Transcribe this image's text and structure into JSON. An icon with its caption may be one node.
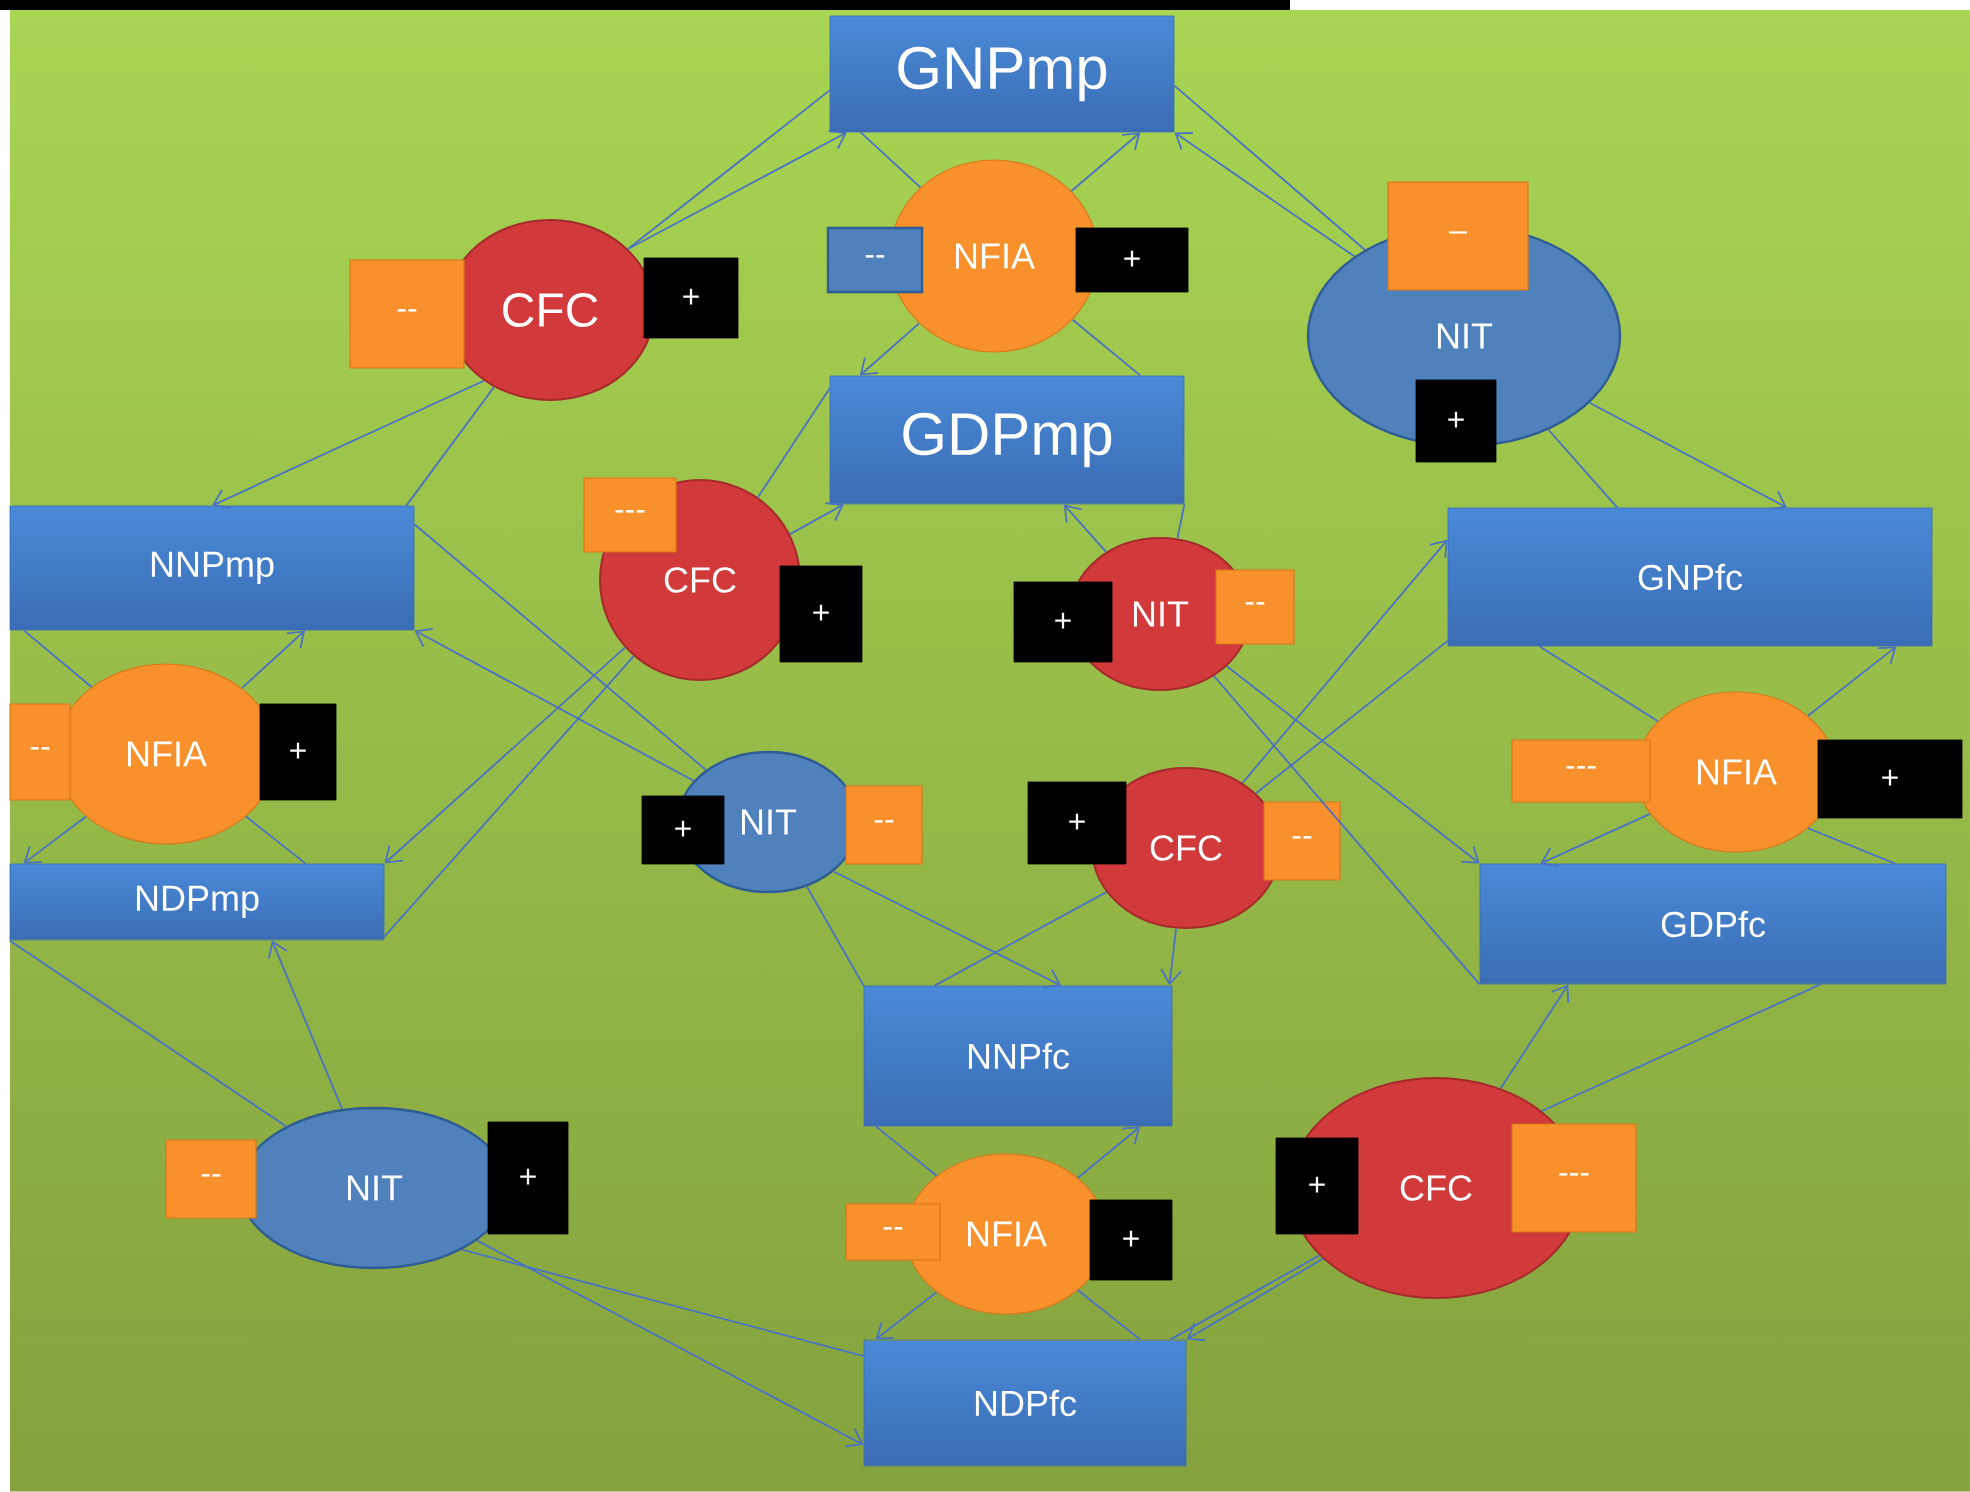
{
  "diagram": {
    "nodes": [
      {
        "text": [
          "GNPmp"
        ]
      },
      {
        "text": [
          "GDPmp"
        ]
      },
      {
        "text": [
          "NNPmp"
        ]
      },
      {
        "text": [
          "NDPmp"
        ]
      },
      {
        "text": [
          "GNPfc"
        ]
      },
      {
        "text": [
          "GDPfc"
        ]
      },
      {
        "text": [
          "NNPfc"
        ]
      },
      {
        "text": [
          "NDPfc"
        ]
      },
      {
        "text": [
          "CFC"
        ]
      },
      {
        "text": [
          "--"
        ]
      },
      {
        "text": [
          "+"
        ]
      },
      {
        "text": [
          "NFIA"
        ]
      },
      {
        "text": [
          "--"
        ]
      },
      {
        "text": [
          "+"
        ]
      },
      {
        "text": [
          "NIT"
        ]
      },
      {
        "text": [
          "–"
        ]
      },
      {
        "text": [
          "+"
        ]
      },
      {
        "text": [
          "CFC"
        ]
      },
      {
        "text": [
          "---"
        ]
      },
      {
        "text": [
          "+"
        ]
      },
      {
        "text": [
          "NIT"
        ]
      },
      {
        "text": [
          "+"
        ]
      },
      {
        "text": [
          "--"
        ]
      },
      {
        "text": [
          "NFIA"
        ]
      },
      {
        "text": [
          "--"
        ]
      },
      {
        "text": [
          "+"
        ]
      },
      {
        "text": [
          "NIT"
        ]
      },
      {
        "text": [
          "+"
        ]
      },
      {
        "text": [
          "--"
        ]
      },
      {
        "text": [
          "CFC"
        ]
      },
      {
        "text": [
          "+"
        ]
      },
      {
        "text": [
          "--"
        ]
      },
      {
        "text": [
          "NFIA"
        ]
      },
      {
        "text": [
          "---"
        ]
      },
      {
        "text": [
          "+"
        ]
      },
      {
        "text": [
          "NIT"
        ]
      },
      {
        "text": [
          "--"
        ]
      },
      {
        "text": [
          "+"
        ]
      },
      {
        "text": [
          "NFIA"
        ]
      },
      {
        "text": [
          "--"
        ]
      },
      {
        "text": [
          "+"
        ]
      },
      {
        "text": [
          "CFC"
        ]
      },
      {
        "text": [
          "+"
        ]
      },
      {
        "text": [
          "---"
        ]
      }
    ],
    "edges": [
      {
        "from": 0,
        "to": 8,
        "arrow": "none"
      },
      {
        "from": 8,
        "to": 2,
        "arrow": "to"
      },
      {
        "from": 2,
        "to": 8,
        "arrow": "none"
      },
      {
        "from": 8,
        "to": 0,
        "arrow": "to"
      },
      {
        "from": 0,
        "to": 11,
        "arrow": "none"
      },
      {
        "from": 11,
        "to": 1,
        "arrow": "to"
      },
      {
        "from": 1,
        "to": 11,
        "arrow": "none"
      },
      {
        "from": 11,
        "to": 0,
        "arrow": "to"
      },
      {
        "from": 0,
        "to": 14,
        "arrow": "none"
      },
      {
        "from": 14,
        "to": 4,
        "arrow": "to"
      },
      {
        "from": 4,
        "to": 14,
        "arrow": "none"
      },
      {
        "from": 14,
        "to": 0,
        "arrow": "to"
      },
      {
        "from": 1,
        "to": 17,
        "arrow": "none"
      },
      {
        "from": 17,
        "to": 3,
        "arrow": "to"
      },
      {
        "from": 3,
        "to": 17,
        "arrow": "none"
      },
      {
        "from": 17,
        "to": 1,
        "arrow": "to"
      },
      {
        "from": 1,
        "to": 20,
        "arrow": "none"
      },
      {
        "from": 20,
        "to": 5,
        "arrow": "to"
      },
      {
        "from": 5,
        "to": 20,
        "arrow": "none"
      },
      {
        "from": 20,
        "to": 1,
        "arrow": "to"
      },
      {
        "from": 4,
        "to": 29,
        "arrow": "none"
      },
      {
        "from": 29,
        "to": 6,
        "arrow": "to"
      },
      {
        "from": 6,
        "to": 29,
        "arrow": "none"
      },
      {
        "from": 29,
        "to": 4,
        "arrow": "to"
      },
      {
        "from": 2,
        "to": 26,
        "arrow": "none"
      },
      {
        "from": 26,
        "to": 6,
        "arrow": "to"
      },
      {
        "from": 6,
        "to": 26,
        "arrow": "none"
      },
      {
        "from": 26,
        "to": 2,
        "arrow": "to"
      },
      {
        "from": 2,
        "to": 23,
        "arrow": "none"
      },
      {
        "from": 23,
        "to": 3,
        "arrow": "to"
      },
      {
        "from": 3,
        "to": 23,
        "arrow": "none"
      },
      {
        "from": 23,
        "to": 2,
        "arrow": "to"
      },
      {
        "from": 3,
        "to": 35,
        "arrow": "none"
      },
      {
        "from": 35,
        "to": 7,
        "arrow": "to"
      },
      {
        "from": 7,
        "to": 35,
        "arrow": "none"
      },
      {
        "from": 35,
        "to": 3,
        "arrow": "to"
      },
      {
        "from": 6,
        "to": 38,
        "arrow": "none"
      },
      {
        "from": 38,
        "to": 7,
        "arrow": "to"
      },
      {
        "from": 7,
        "to": 38,
        "arrow": "none"
      },
      {
        "from": 38,
        "to": 6,
        "arrow": "to"
      },
      {
        "from": 4,
        "to": 32,
        "arrow": "none"
      },
      {
        "from": 32,
        "to": 5,
        "arrow": "to"
      },
      {
        "from": 5,
        "to": 32,
        "arrow": "none"
      },
      {
        "from": 32,
        "to": 4,
        "arrow": "to"
      },
      {
        "from": 5,
        "to": 41,
        "arrow": "none"
      },
      {
        "from": 41,
        "to": 7,
        "arrow": "to"
      },
      {
        "from": 7,
        "to": 41,
        "arrow": "none"
      },
      {
        "from": 41,
        "to": 5,
        "arrow": "to"
      }
    ]
  }
}
